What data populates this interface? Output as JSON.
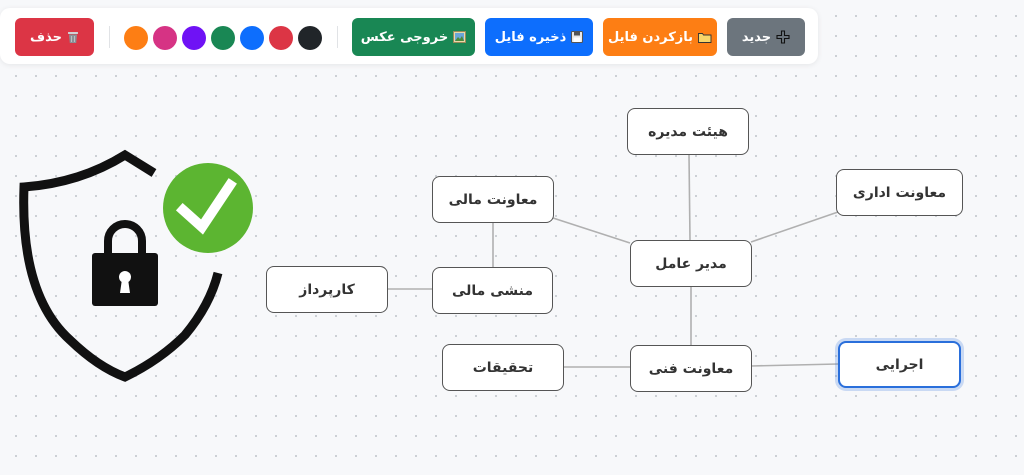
{
  "toolbar": {
    "buttons": {
      "new": {
        "label": "جدید",
        "icon": "plus-icon",
        "color": "#6c757d"
      },
      "open": {
        "label": "بازکردن فایل",
        "icon": "folder-icon",
        "color": "#fd7e14"
      },
      "save": {
        "label": "ذخیره فایل",
        "icon": "floppy-disk-icon",
        "color": "#0d6efd"
      },
      "export": {
        "label": "خروجی عکس",
        "icon": "image-icon",
        "color": "#198754"
      },
      "delete": {
        "label": "حذف",
        "icon": "trash-icon",
        "color": "#dc3545"
      }
    },
    "swatches": [
      "#212529",
      "#dc3545",
      "#0d6efd",
      "#198754",
      "#6f12f5",
      "#d63384",
      "#fd7e14"
    ]
  },
  "diagram": {
    "nodes": {
      "board": "هیئت مدیره",
      "ceo": "مدیر عامل",
      "finance_deputy": "معاونت مالی",
      "admin_deputy": "معاونت اداری",
      "finance_secretary": "منشی مالی",
      "purchaser": "کارپرداز",
      "technical_deputy": "معاونت فنی",
      "research": "تحقیقات",
      "executive": "اجرایی"
    },
    "selected_node": "executive",
    "edge_color": "#b0b0b0"
  },
  "illustration": {
    "icons": [
      "shield-icon",
      "padlock-icon",
      "green-checkmark-icon"
    ],
    "check_color": "#5cb531"
  }
}
